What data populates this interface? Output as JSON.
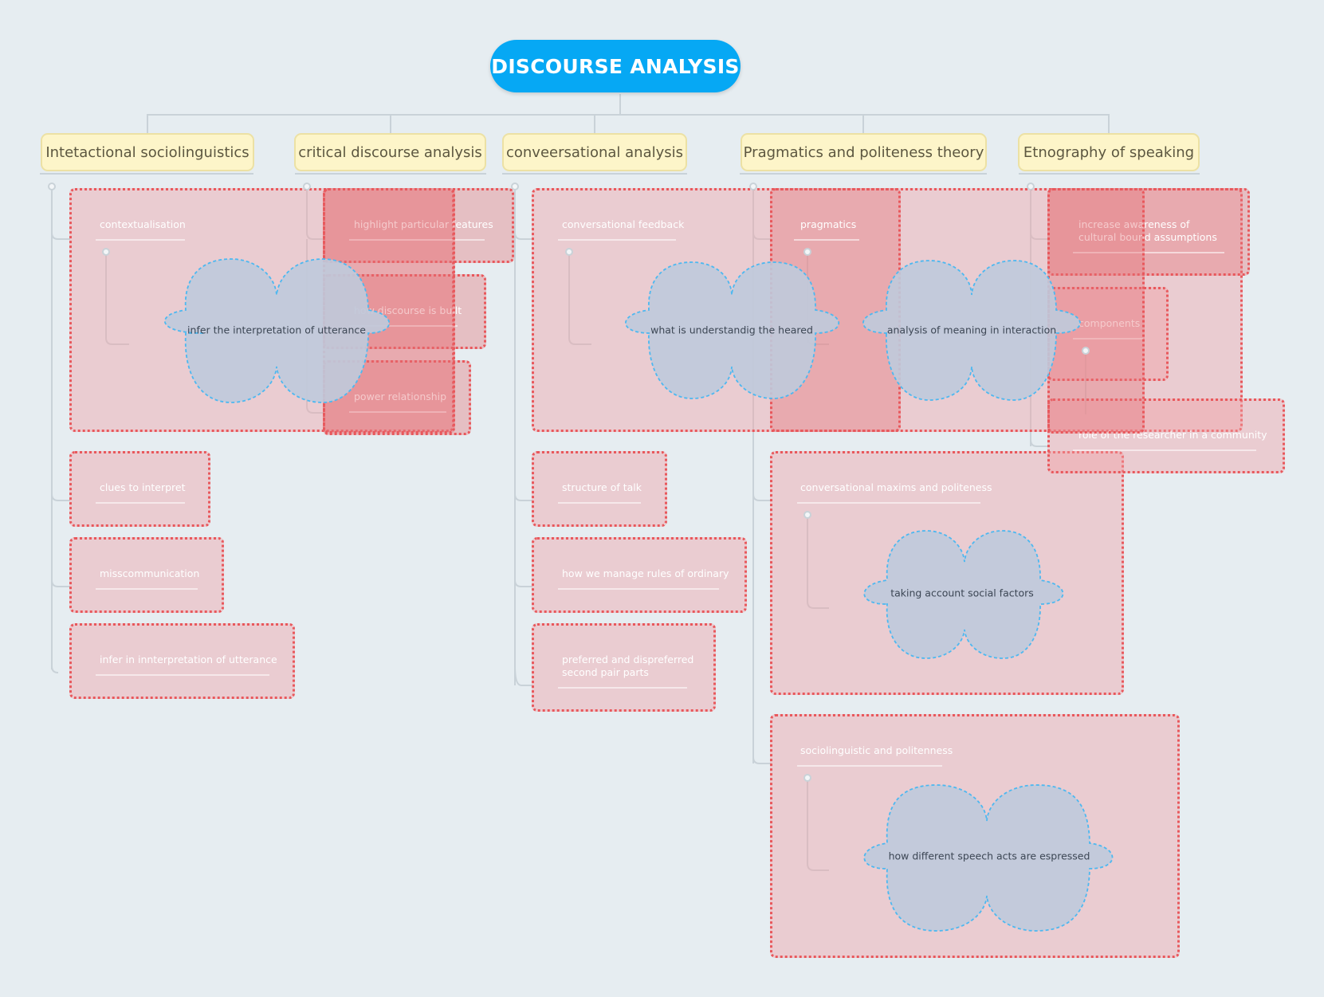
{
  "root": {
    "title": "DISCOURSE ANALYSIS"
  },
  "topics": [
    {
      "label": "Intetactional sociolinguistics",
      "items": [
        "contextualisation",
        "clues to interpret",
        "misscommunication",
        "infer in innterpretation of utterance"
      ],
      "clouds": [
        "infer the interpretation of utterance"
      ]
    },
    {
      "label": "critical discourse analysis",
      "items": [
        "highlight particular features",
        "how discourse is built",
        "power relationship"
      ]
    },
    {
      "label": "conveersational analysis",
      "items": [
        "conversational feedback",
        "structure of talk",
        "how we manage rules of ordinary",
        "preferred and dispreferred second pair parts"
      ],
      "clouds": [
        "what is understandig the heared"
      ]
    },
    {
      "label": "Pragmatics and politeness theory",
      "items": [
        "pragmatics",
        "conversational maxims and politeness",
        "sociolinguistic and politenness"
      ],
      "clouds": [
        "analysis of meaning in interaction",
        "taking account social factors",
        "how different speech acts are espressed"
      ]
    },
    {
      "label": "Etnography of speaking",
      "items": [
        "increase awareness of cultural bound assumptions",
        "components",
        "role  of the researcher in a community"
      ]
    }
  ],
  "colors": {
    "root": "#06a8f4",
    "topic_fill": "#fdf5c9",
    "box_border": "#e8585c",
    "cloud_fill": "#bfcadb",
    "cloud_border": "#4db8f0",
    "connector": "#c9d2d8"
  }
}
